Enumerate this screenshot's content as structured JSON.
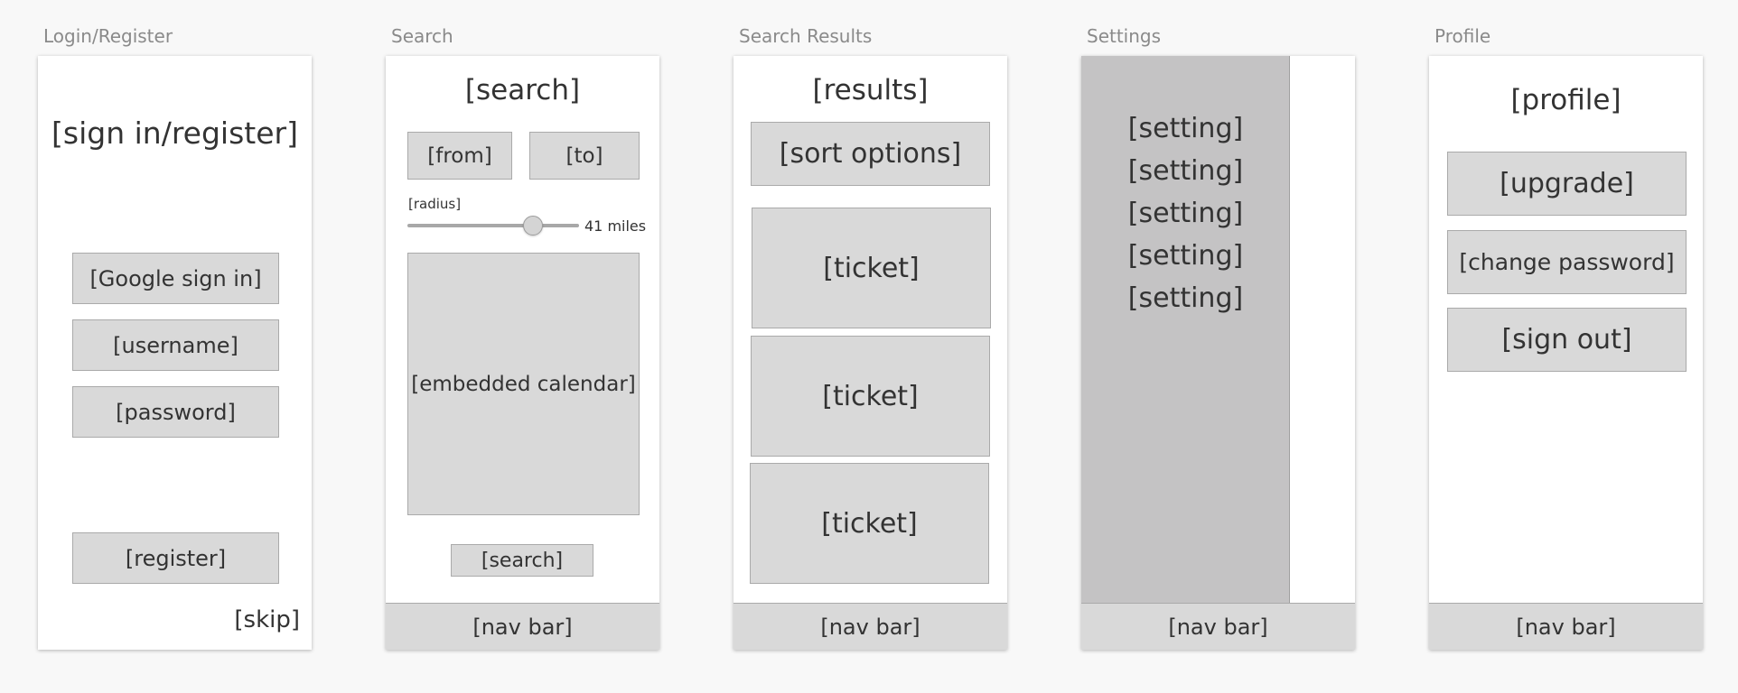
{
  "screens": {
    "login": {
      "title": "Login/Register",
      "heading": "[sign in/register]",
      "google_sign_in": "[Google sign in]",
      "username": "[username]",
      "password": "[password]",
      "register": "[register]",
      "skip": "[skip]"
    },
    "search": {
      "title": "Search",
      "heading": "[search]",
      "from": "[from]",
      "to": "[to]",
      "radius_label": "[radius]",
      "radius_value": "41 miles",
      "radius_fraction": 0.73,
      "calendar": "[embedded calendar]",
      "search_button": "[search]",
      "nav_bar": "[nav bar]"
    },
    "results": {
      "title": "Search Results",
      "heading": "[results]",
      "sort_options": "[sort options]",
      "tickets": [
        "[ticket]",
        "[ticket]",
        "[ticket]"
      ],
      "nav_bar": "[nav bar]"
    },
    "settings": {
      "title": "Settings",
      "items": [
        "[setting]",
        "[setting]",
        "[setting]",
        "[setting]",
        "[setting]"
      ],
      "nav_bar": "[nav bar]"
    },
    "profile": {
      "title": "Profile",
      "heading": "[profile]",
      "upgrade": "[upgrade]",
      "change_password": "[change password]",
      "sign_out": "[sign out]",
      "nav_bar": "[nav bar]"
    }
  }
}
